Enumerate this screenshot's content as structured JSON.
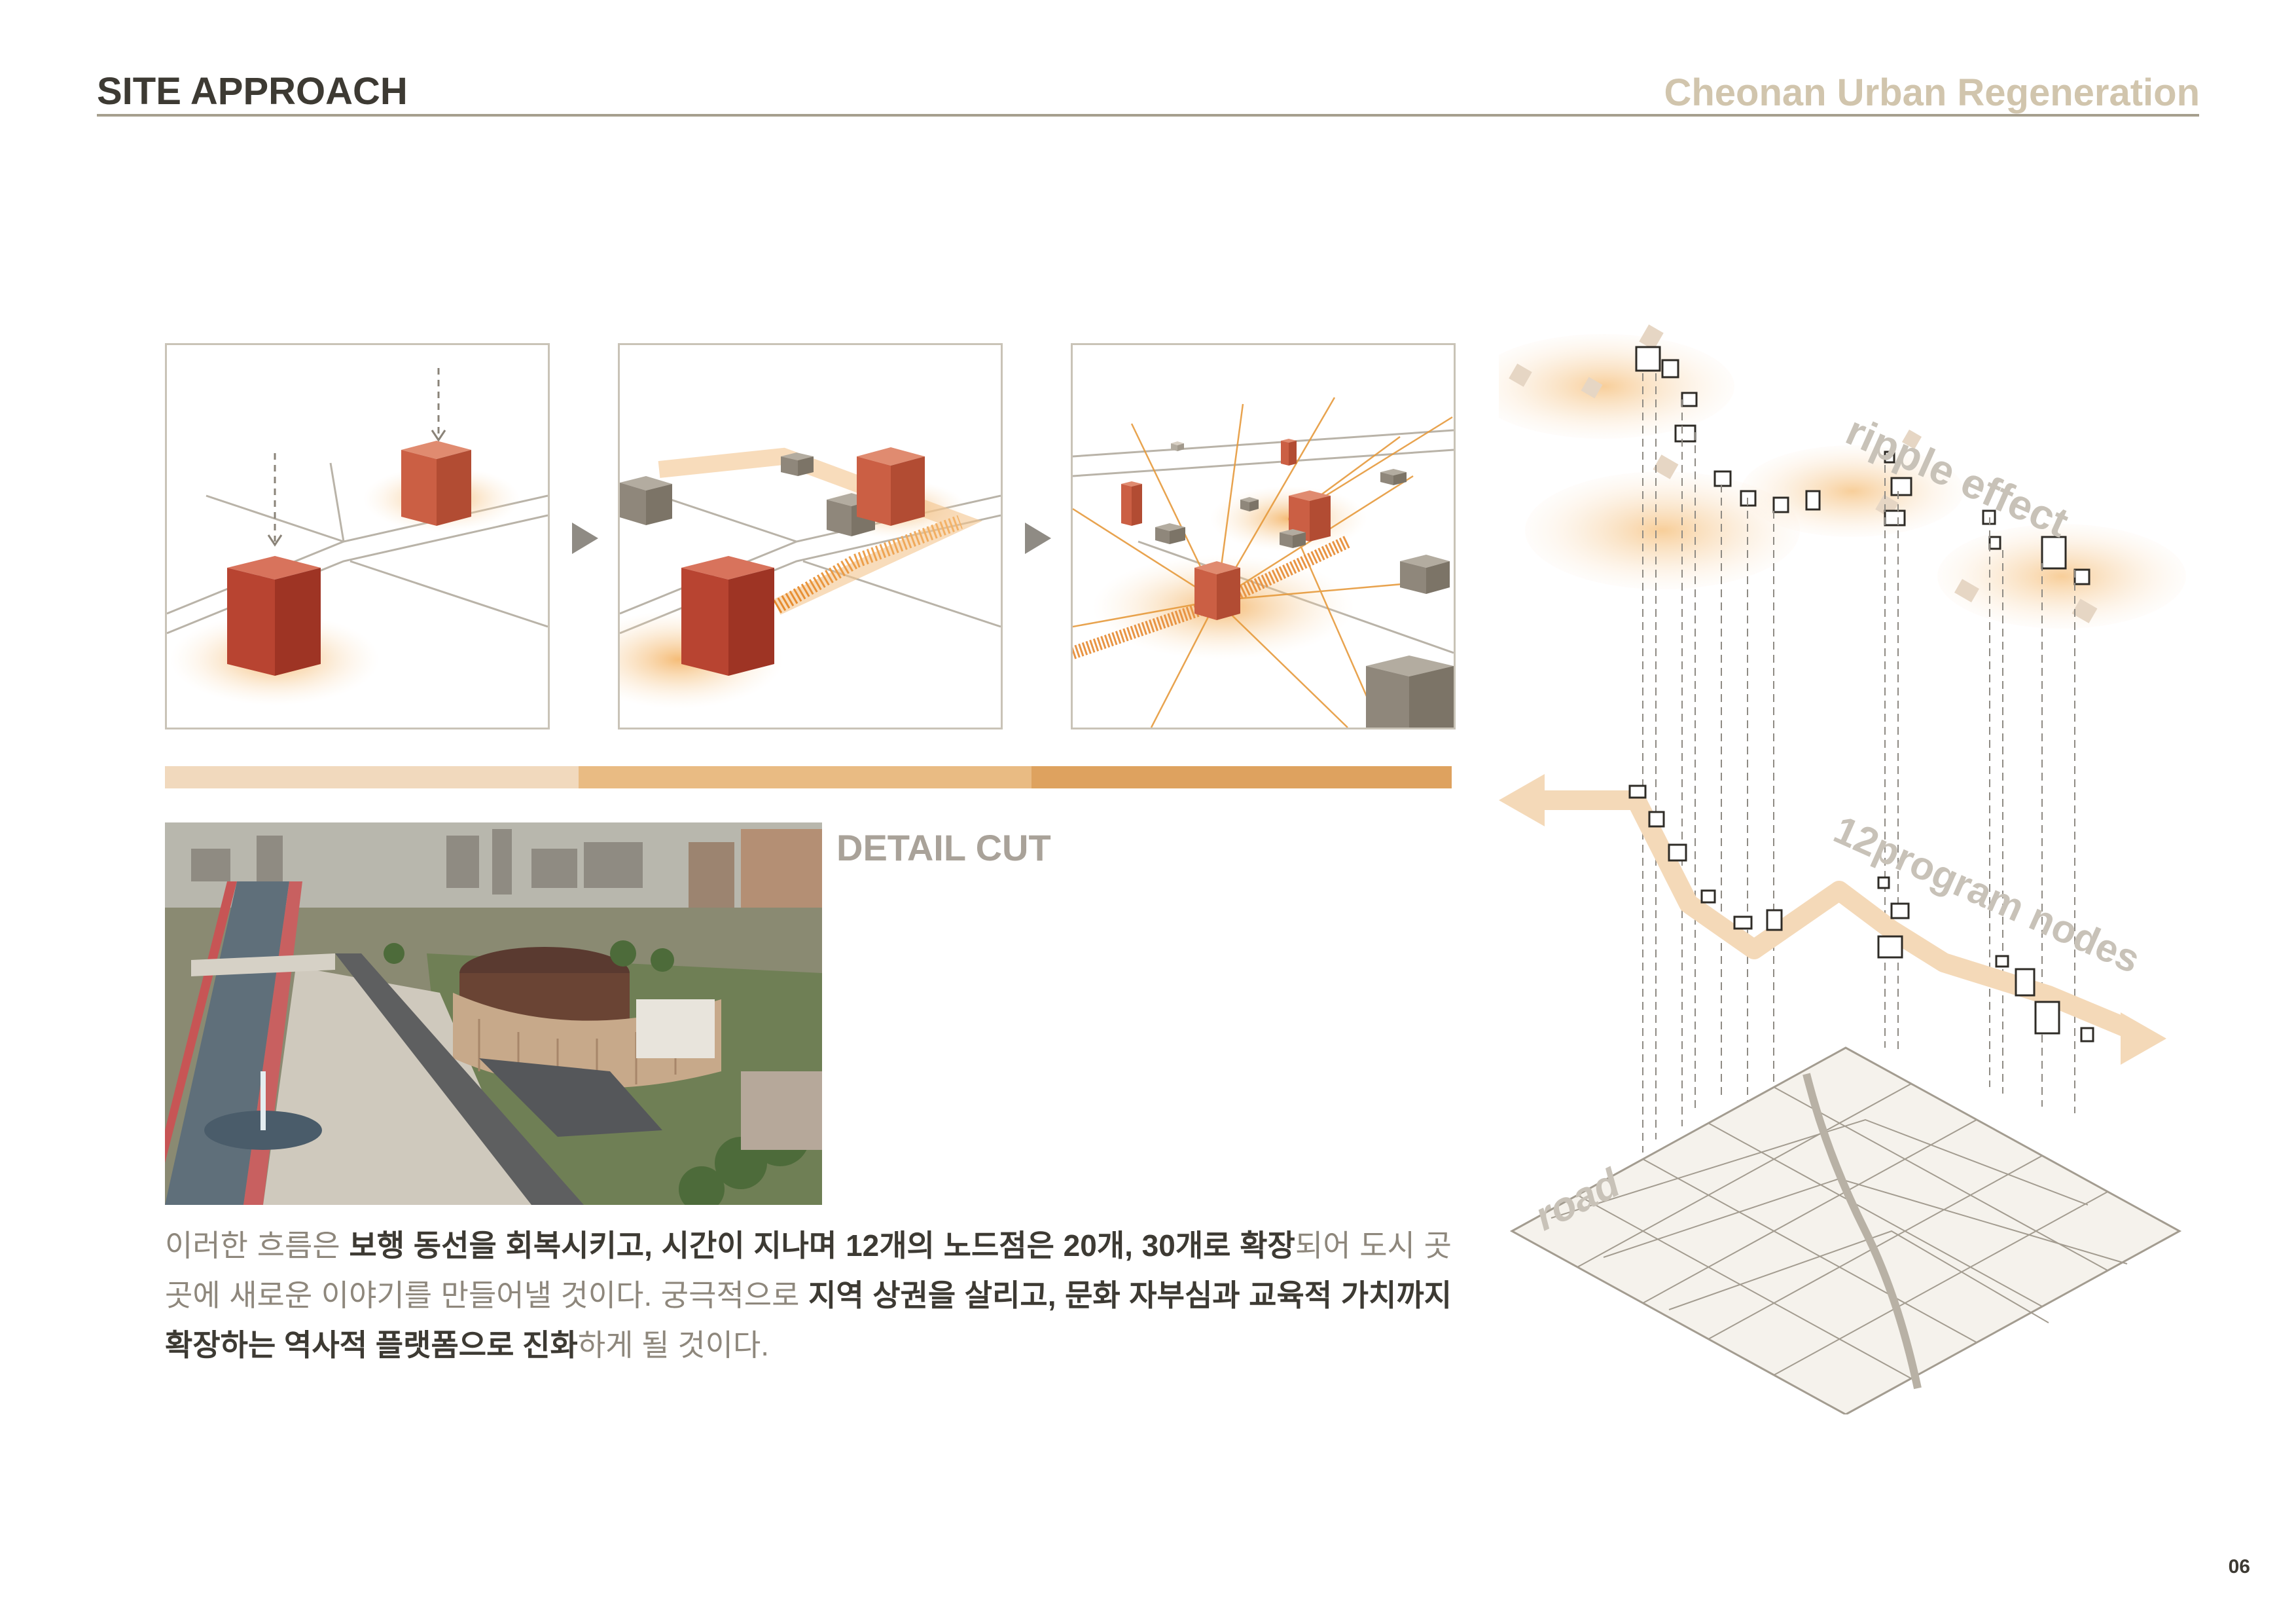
{
  "header": {
    "title": "SITE APPROACH",
    "subtitle": "Cheonan Urban Regeneration"
  },
  "steps": {
    "panels": [
      "step-1",
      "step-2",
      "step-3"
    ],
    "progress_colors": [
      "#f1d9bd",
      "#e9bb83",
      "#dea25f"
    ]
  },
  "detail": {
    "title": "DETAIL CUT"
  },
  "paragraph": {
    "segments": [
      {
        "text": "이러한 흐름은 ",
        "bold": false
      },
      {
        "text": "보행 동선을 회복시키고, 시간이 지나며 12개의 노드점은 20개, 30개로 확장",
        "bold": true
      },
      {
        "text": "되어 도시 곳곳에 새로운 이야기를 만들어낼 것이다. 궁극적으로 ",
        "bold": false
      },
      {
        "text": "지역 상권을 살리고, 문화 자부심과 교육적 가치까지 확장하는 역사적 플랫폼으로 진화",
        "bold": true
      },
      {
        "text": "하게 될 것이다.",
        "bold": false
      }
    ]
  },
  "diagram": {
    "label_ripple": "ripple effect",
    "label_nodes": "12program nodes",
    "label_road": "road"
  },
  "colors": {
    "dark": "#3d3a33",
    "beige": "#d1c5ad",
    "orange": "#e69a3c",
    "red": "#b7402b",
    "grey_box": "#8f877b"
  },
  "page": {
    "number": "06"
  }
}
